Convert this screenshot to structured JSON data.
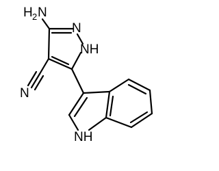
{
  "molecule": {
    "atoms": {
      "amine": {
        "element": "H2N_prefix_H",
        "label": "H",
        "sub": "2",
        "label_tail": "N"
      },
      "pyrazole_n2": {
        "label": "N"
      },
      "pyrazole_n1": {
        "label": "NH"
      },
      "nitrile_n": {
        "label": "N"
      },
      "indole_n": {
        "label": "NH"
      }
    },
    "line_color": "#000000",
    "background": "#ffffff"
  }
}
